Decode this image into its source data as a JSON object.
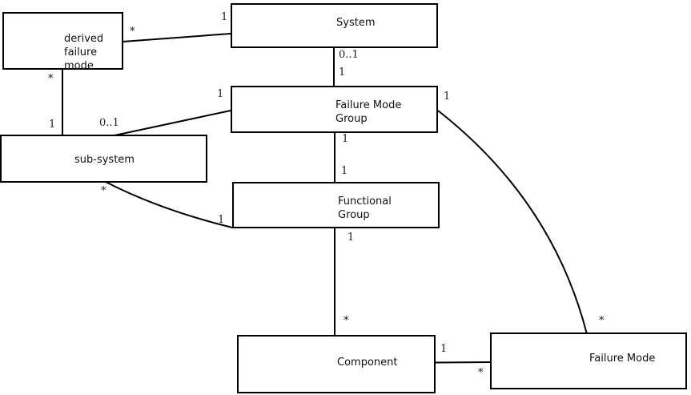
{
  "diagram": {
    "type": "uml-class-association-diagram",
    "colors": {
      "background": "#ffffff",
      "box_border": "#000000",
      "line": "#000000",
      "text": "#111111"
    },
    "nodes": [
      {
        "id": "derived-failure-mode",
        "label": "derived\nfailure\nmode"
      },
      {
        "id": "system",
        "label": "System"
      },
      {
        "id": "failure-mode-group",
        "label": "Failure Mode\nGroup"
      },
      {
        "id": "sub-system",
        "label": "sub-system"
      },
      {
        "id": "functional-group",
        "label": "Functional\nGroup"
      },
      {
        "id": "component",
        "label": "Component"
      },
      {
        "id": "failure-mode",
        "label": "Failure Mode"
      }
    ],
    "edges": [
      {
        "from": "derived-failure-mode",
        "to": "system",
        "from_mult": "*",
        "to_mult": "1"
      },
      {
        "from": "derived-failure-mode",
        "to": "sub-system",
        "from_mult": "*",
        "to_mult": "1"
      },
      {
        "from": "sub-system",
        "to": "failure-mode-group",
        "from_mult": "0..1",
        "to_mult": "1"
      },
      {
        "from": "system",
        "to": "failure-mode-group",
        "from_mult": "0..1",
        "to_mult": "1"
      },
      {
        "from": "failure-mode-group",
        "to": "functional-group",
        "from_mult": "1",
        "to_mult": "1"
      },
      {
        "from": "sub-system",
        "to": "functional-group",
        "from_mult": "*",
        "to_mult": "1"
      },
      {
        "from": "functional-group",
        "to": "component",
        "from_mult": "1",
        "to_mult": "*"
      },
      {
        "from": "component",
        "to": "failure-mode",
        "from_mult": "1",
        "to_mult": "*"
      },
      {
        "from": "failure-mode-group",
        "to": "failure-mode",
        "from_mult": "1",
        "to_mult": "*"
      }
    ]
  }
}
